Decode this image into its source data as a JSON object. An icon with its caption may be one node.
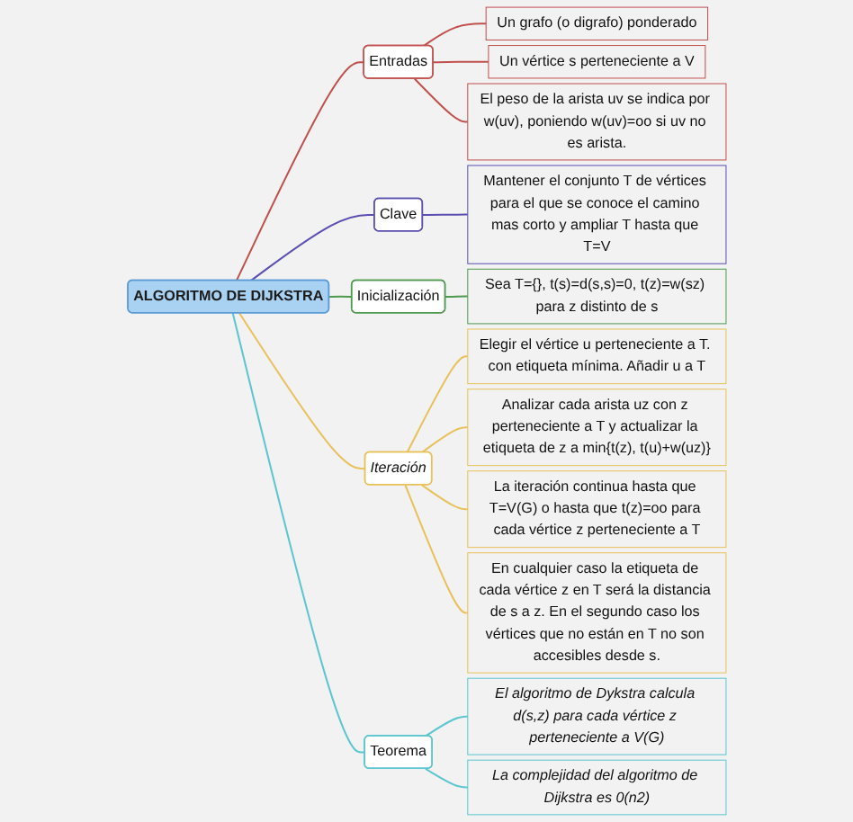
{
  "diagram": {
    "nodes": [
      {
        "text": [
          "ALGORITMO DE DIJKSTRA"
        ]
      },
      {
        "text": [
          "Entradas"
        ]
      },
      {
        "text": [
          "Un grafo (o digrafo) ponderado"
        ]
      },
      {
        "text": [
          "Un vértice s perteneciente a V"
        ]
      },
      {
        "text": [
          "El peso de la arista uv se indica por w(uv), poniendo w(uv)=oo si uv no es arista."
        ]
      },
      {
        "text": [
          "Clave"
        ]
      },
      {
        "text": [
          "Mantener el conjunto T de vértices para el que se conoce el camino mas corto y ampliar T hasta que T=V"
        ]
      },
      {
        "text": [
          "Inicialización"
        ]
      },
      {
        "text": [
          "Sea T={}, t(s)=d(s,s)=0, t(z)=w(sz) para z distinto de s"
        ]
      },
      {
        "text": [
          "Iteración"
        ]
      },
      {
        "text": [
          "Elegir el vértice u perteneciente a T. con etiqueta mínima. Añadir u a T"
        ]
      },
      {
        "text": [
          "Analizar cada arista uz con z perteneciente a T y actualizar la etiqueta de z a min{t(z), t(u)+w(uz)}"
        ]
      },
      {
        "text": [
          "La iteración continua hasta que T=V(G) o hasta que t(z)=oo para cada vértice z perteneciente a T"
        ]
      },
      {
        "text": [
          "En cualquier caso la etiqueta de cada vértice z en T será la distancia de s a z. En el segundo caso los vértices que no están en T no son accesibles desde s."
        ]
      },
      {
        "text": [
          "Teorema"
        ]
      },
      {
        "text": [
          "El algoritmo de Dykstra calcula d(s,z) para cada vértice z perteneciente a V(G)"
        ]
      },
      {
        "text": [
          "La complejidad del algoritmo de Dijkstra es 0(n2)"
        ]
      }
    ],
    "edges": [
      {
        "from": 0,
        "to": 1,
        "arrow": "none",
        "color": "#c0504d"
      },
      {
        "from": 1,
        "to": 2,
        "arrow": "none",
        "color": "#c0504d"
      },
      {
        "from": 1,
        "to": 3,
        "arrow": "none",
        "color": "#c0504d"
      },
      {
        "from": 1,
        "to": 4,
        "arrow": "none",
        "color": "#c0504d"
      },
      {
        "from": 0,
        "to": 5,
        "arrow": "none",
        "color": "#5a4fb0"
      },
      {
        "from": 5,
        "to": 6,
        "arrow": "none",
        "color": "#5a4fb0"
      },
      {
        "from": 0,
        "to": 7,
        "arrow": "none",
        "color": "#4e9a4e"
      },
      {
        "from": 7,
        "to": 8,
        "arrow": "none",
        "color": "#4e9a4e"
      },
      {
        "from": 0,
        "to": 9,
        "arrow": "none",
        "color": "#e8c15a"
      },
      {
        "from": 9,
        "to": 10,
        "arrow": "none",
        "color": "#e8c15a"
      },
      {
        "from": 9,
        "to": 11,
        "arrow": "none",
        "color": "#e8c15a"
      },
      {
        "from": 9,
        "to": 12,
        "arrow": "none",
        "color": "#e8c15a"
      },
      {
        "from": 9,
        "to": 13,
        "arrow": "none",
        "color": "#e8c15a"
      },
      {
        "from": 0,
        "to": 14,
        "arrow": "none",
        "color": "#5bc5d0"
      },
      {
        "from": 14,
        "to": 15,
        "arrow": "none",
        "color": "#5bc5d0"
      },
      {
        "from": 14,
        "to": 16,
        "arrow": "none",
        "color": "#5bc5d0"
      }
    ]
  }
}
